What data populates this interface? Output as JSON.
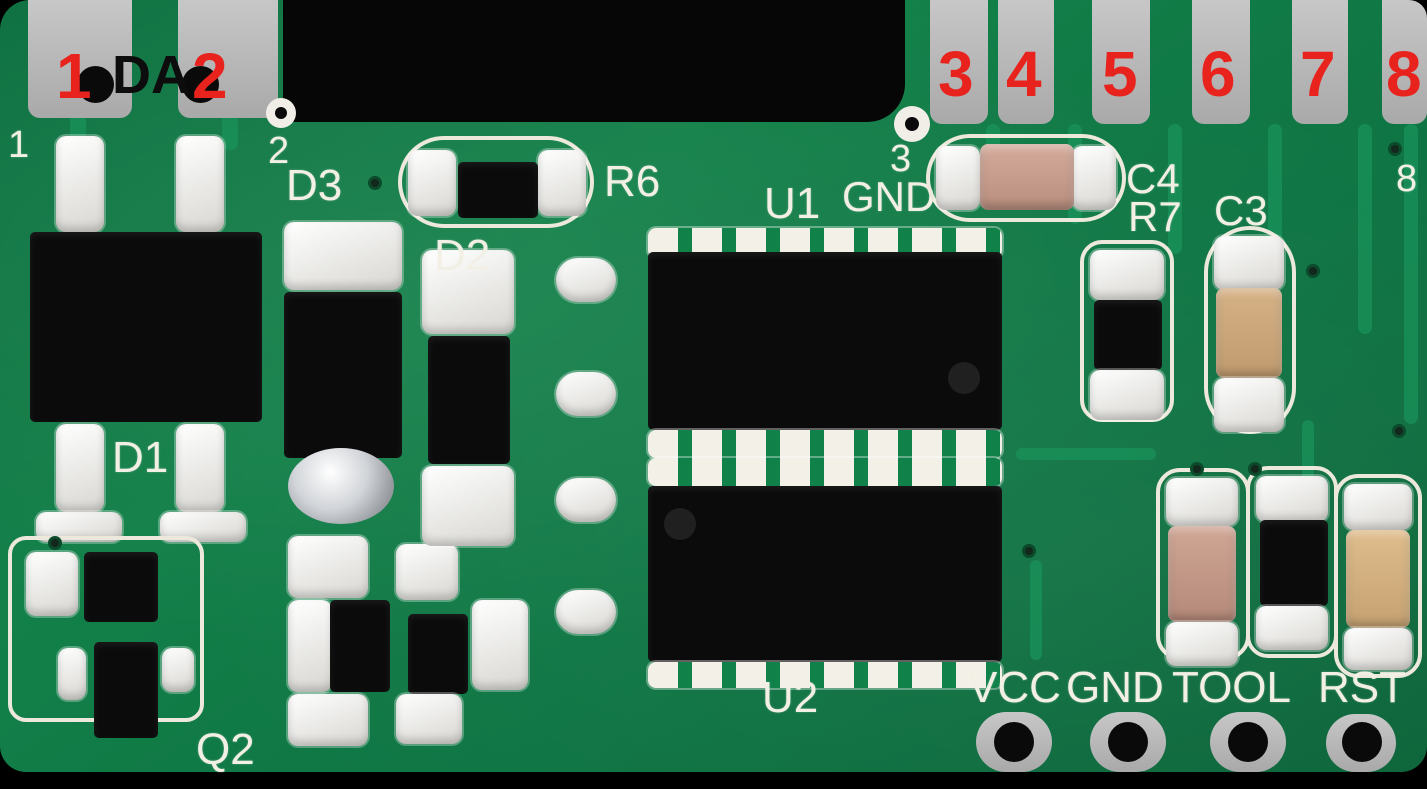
{
  "pcb": {
    "colors": {
      "board_green": "#0e7a44",
      "pad_gray": "#b5b5b5",
      "silkscreen_white": "#f2efe4",
      "annotation_red": "#e8231d",
      "component_black": "#0b0b0b",
      "capacitor_tan": "#c69a8b",
      "capacitor_yellow_tan": "#d8b582"
    },
    "edge_pins_left": [
      {
        "red_label": "1"
      },
      {
        "red_label": "2"
      }
    ],
    "da_label": "DA",
    "edge_pins_right": [
      {
        "red_label": "3"
      },
      {
        "red_label": "4"
      },
      {
        "red_label": "5"
      },
      {
        "red_label": "6"
      },
      {
        "red_label": "7"
      },
      {
        "red_label": "8"
      }
    ],
    "silk_pin_numbers": {
      "p1": "1",
      "p2": "2",
      "p3": "3",
      "p8": "8"
    },
    "silkscreen_labels": {
      "d1": "D1",
      "d2": "D2",
      "d3": "D3",
      "q2": "Q2",
      "r6": "R6",
      "r7": "R7",
      "c3": "C3",
      "c4": "C4",
      "u1": "U1",
      "u2": "U2",
      "gnd_top": "GND"
    },
    "bottom_header": [
      {
        "label": "VCC"
      },
      {
        "label": "GND"
      },
      {
        "label": "TOOL"
      },
      {
        "label": "RST"
      }
    ]
  }
}
